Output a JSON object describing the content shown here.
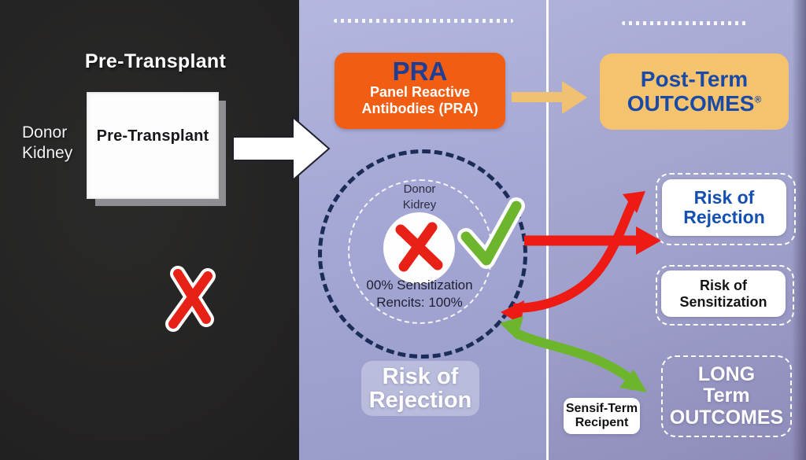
{
  "left_panel": {
    "heading": "Pre-Transplant",
    "donor_line1": "Donor",
    "donor_line2": "Kidney",
    "box_label": "Pre-Transplant"
  },
  "pra_panel": {
    "acronym": "PRA",
    "sub_line1": "Panel Reactive",
    "sub_line2": "Antibodies (PRA)",
    "circle_label_line1": "Donor",
    "circle_label_line2": "Kidrey",
    "circle_stat_line1": "00% Sensitization",
    "circle_stat_line2": "Rencits: 100%",
    "risk_badge_line1": "Risk of",
    "risk_badge_line2": "Rejection"
  },
  "outcomes_panel": {
    "header_line1": "Post-Term",
    "header_line2": "OUTCOMES",
    "header_reg_mark": "®",
    "rejection_line1": "Risk of",
    "rejection_line2": "Rejection",
    "sensitization_line1": "Risk of",
    "sensitization_line2": "Sensitization",
    "longterm_line1": "LONG",
    "longterm_line2": "Term",
    "longterm_line3": "OUTCOMES",
    "recipient_tag_line1": "Sensif-Term",
    "recipient_tag_line2": "Recipent"
  },
  "icons": {
    "white_flow_arrow": "arrow-right-icon",
    "tan_flow_arrow": "arrow-right-icon",
    "left_cross": "x-mark-icon",
    "kidney_cross": "x-mark-icon",
    "green_check": "check-icon",
    "red_straight_arrow": "red-arrow-right-icon",
    "red_curved_arrow": "red-s-curve-arrow-icon",
    "green_curved_arrow": "green-curve-arrow-icon"
  },
  "colors": {
    "left_background": "#232222",
    "middle_background": "#a6a9d5",
    "right_background": "#9fa0cb",
    "pra_orange": "#f15d12",
    "post_term_orange": "#f5c36d",
    "navy_text": "#1e3d94",
    "blue_text": "#1450b0",
    "dashed_circle_navy": "#1c2c59",
    "alert_red": "#e82117",
    "success_green": "#6cb52d",
    "divider_white": "#fbfbfd"
  }
}
